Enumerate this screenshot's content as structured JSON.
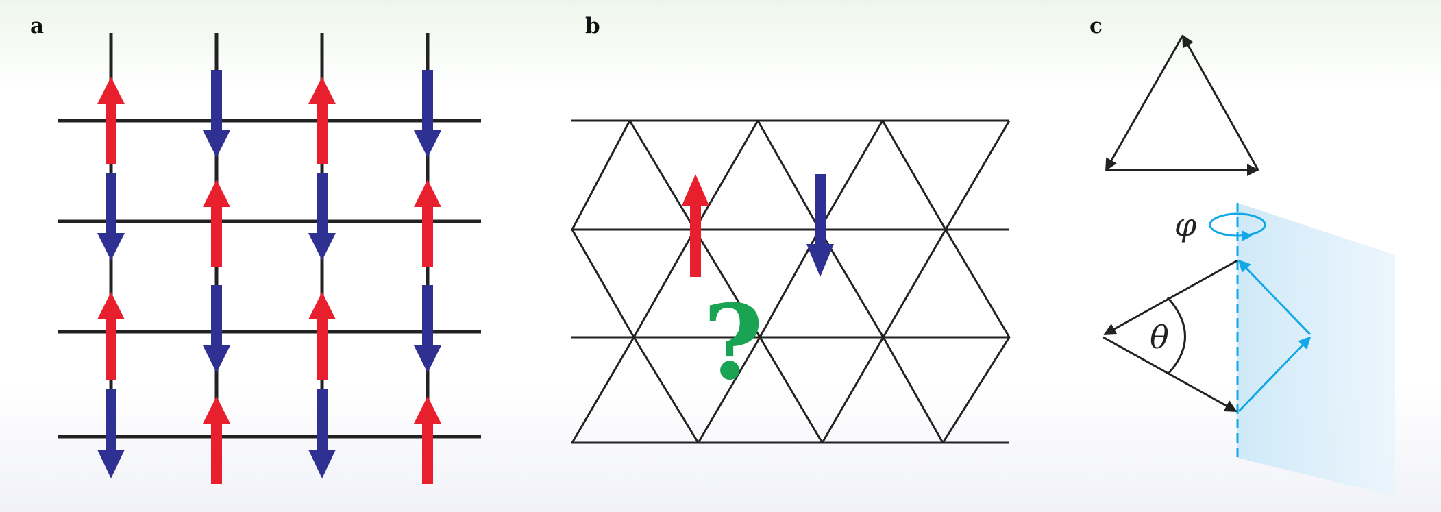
{
  "panels": {
    "a": {
      "label": "a"
    },
    "b": {
      "label": "b",
      "question_mark": "?"
    },
    "c": {
      "label": "c",
      "phi_symbol": "φ",
      "theta_symbol": "θ"
    }
  },
  "colors": {
    "spin_up": "#e8202e",
    "spin_down": "#2e3191",
    "lattice_line": "#222222",
    "question": "#1aa352",
    "cyan_vector": "#12a8e6",
    "plane_fill": "#cfe9f8"
  }
}
